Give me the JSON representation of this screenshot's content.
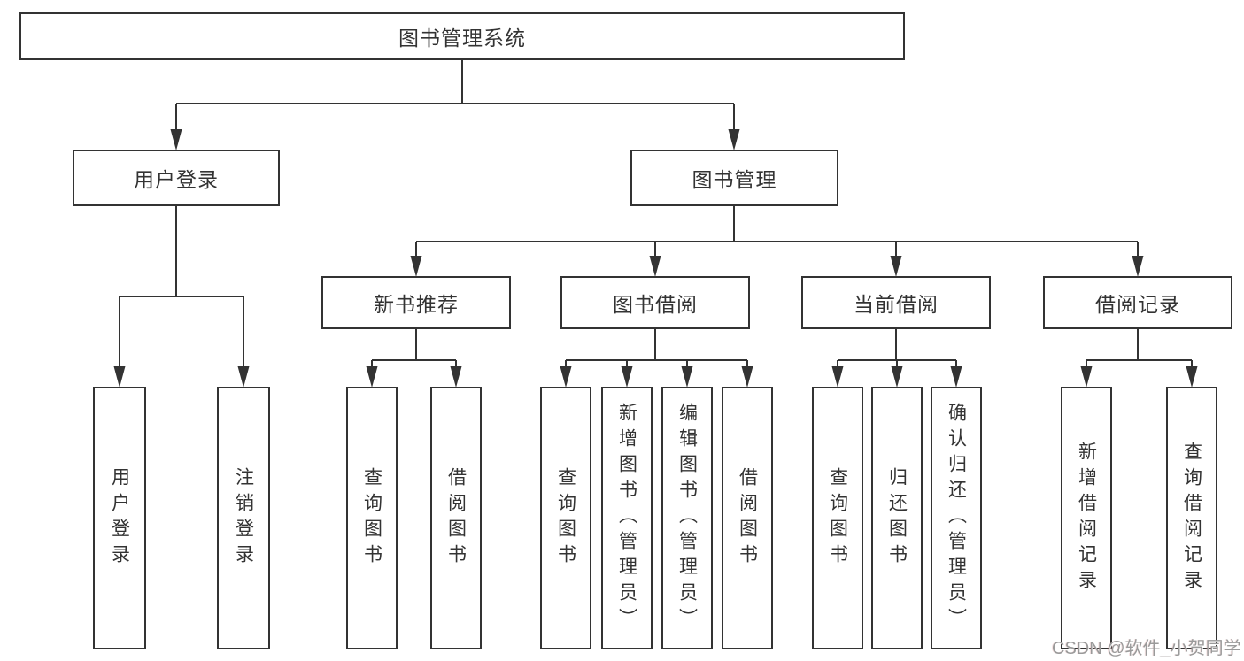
{
  "diagram": {
    "type": "hierarchy-flowchart",
    "colors": {
      "background": "#ffffff",
      "line": "#333333",
      "box_border": "#333333",
      "text": "#333333",
      "watermark": "#9a9a9a"
    }
  },
  "tree": {
    "root": {
      "label": "图书管理系统"
    },
    "branches": [
      {
        "label": "用户登录",
        "children": [
          {
            "label": "用户登录"
          },
          {
            "label": "注销登录"
          }
        ]
      },
      {
        "label": "图书管理",
        "children": [
          {
            "label": "新书推荐",
            "children": [
              {
                "label": "查询图书"
              },
              {
                "label": "借阅图书"
              }
            ]
          },
          {
            "label": "图书借阅",
            "children": [
              {
                "label": "查询图书"
              },
              {
                "label": "新增图书（管理员）"
              },
              {
                "label": "编辑图书（管理员）"
              },
              {
                "label": "借阅图书"
              }
            ]
          },
          {
            "label": "当前借阅",
            "children": [
              {
                "label": "查询图书"
              },
              {
                "label": "归还图书"
              },
              {
                "label": "确认归还（管理员）"
              }
            ]
          },
          {
            "label": "借阅记录",
            "children": [
              {
                "label": "新增借阅记录"
              },
              {
                "label": "查询借阅记录"
              }
            ]
          }
        ]
      }
    ]
  },
  "watermark": {
    "text": "CSDN @软件_小贺同学"
  }
}
